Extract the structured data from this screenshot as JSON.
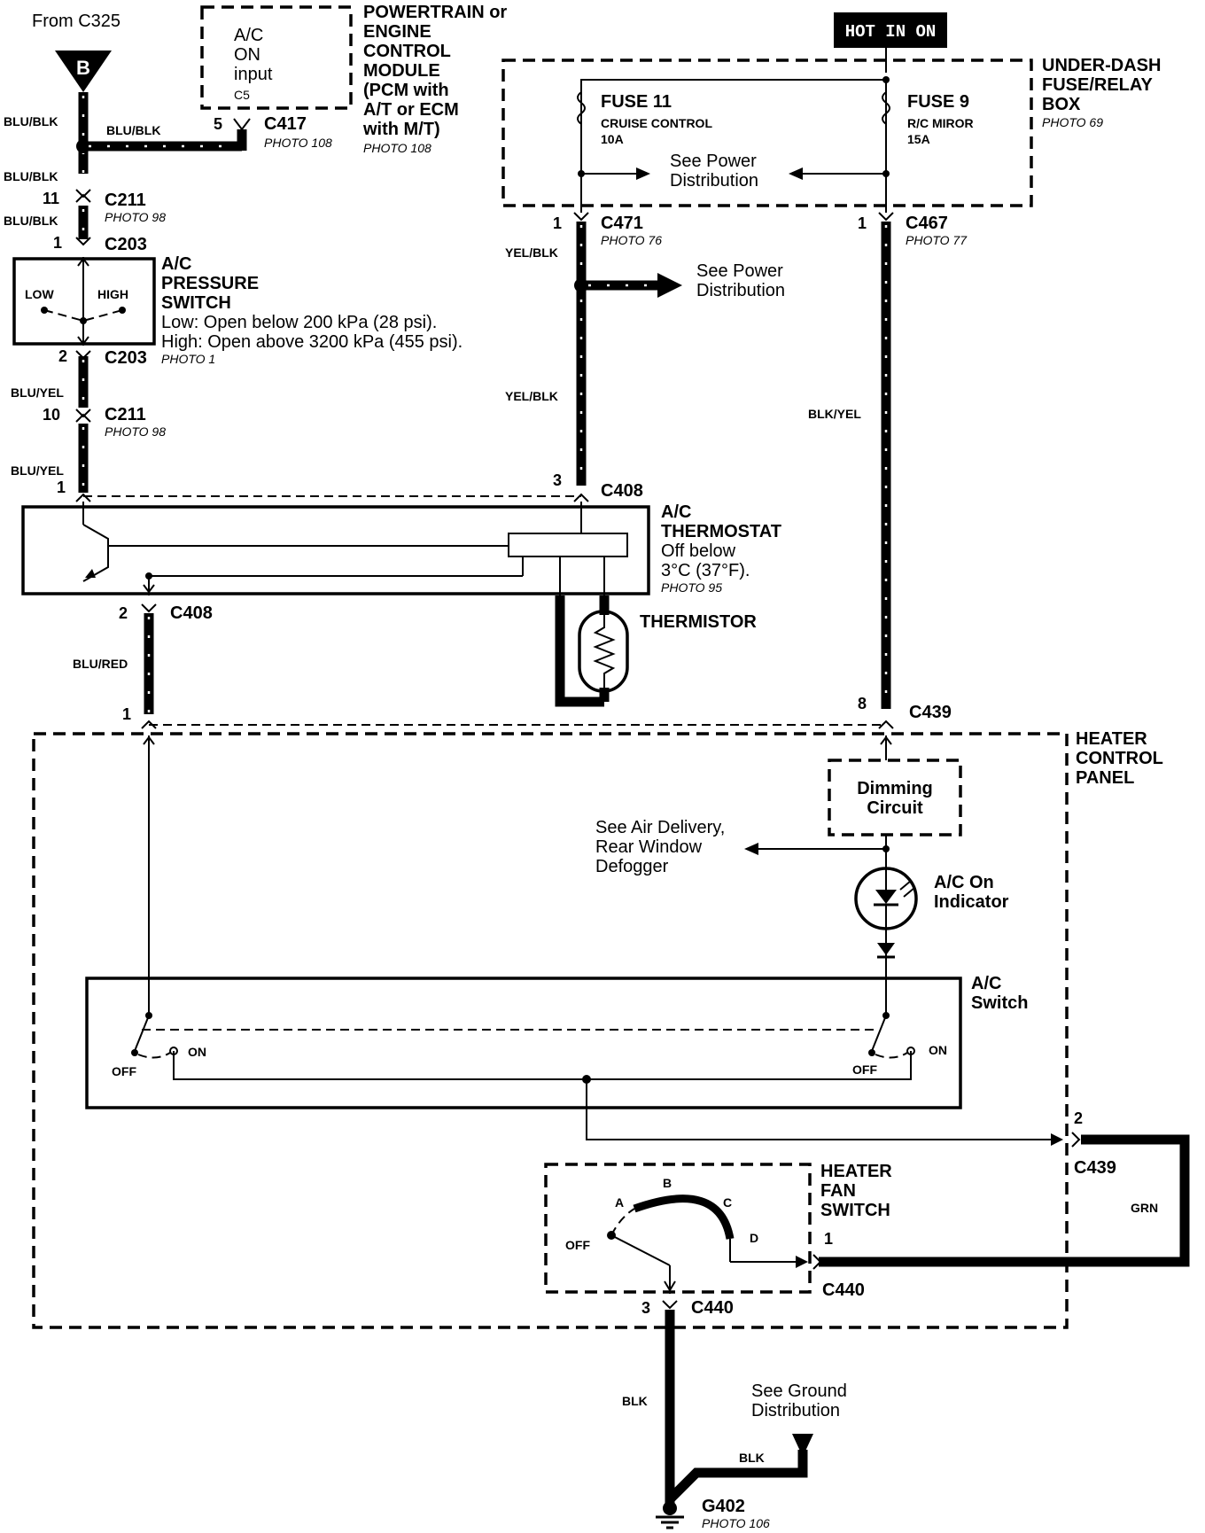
{
  "header": {
    "from_connector": "From C325",
    "connector_letter": "B",
    "hot_in_on": "HOT IN ON"
  },
  "pcm": {
    "input_line1": "A/C",
    "input_line2": "ON",
    "input_line3": "input",
    "pin": "C5",
    "title_lines": [
      "POWERTRAIN or",
      "ENGINE",
      "CONTROL",
      "MODULE",
      "(PCM with",
      "A/T or ECM",
      "with M/T)"
    ],
    "photo": "PHOTO 108"
  },
  "fuse_box": {
    "title_lines": [
      "UNDER-DASH",
      "FUSE/RELAY",
      "BOX"
    ],
    "photo": "PHOTO 69",
    "fuse11_name": "FUSE 11",
    "fuse11_desc": "CRUISE CONTROL",
    "fuse11_amp": "10A",
    "fuse9_name": "FUSE 9",
    "fuse9_desc": "R/C MIROR",
    "fuse9_amp": "15A",
    "see_power_1": "See Power",
    "see_power_2": "Distribution"
  },
  "left_branch": {
    "wire_blu_blk_1": "BLU/BLK",
    "wire_blu_blk_h": "BLU/BLK",
    "wire_blu_blk_2": "BLU/BLK",
    "wire_blu_blk_3": "BLU/BLK",
    "c417_pin": "5",
    "c417": "C417",
    "c417_photo": "PHOTO 108",
    "c211_pin_top": "11",
    "c211_top": "C211",
    "c211_top_photo": "PHOTO 98",
    "c203_pin_top": "1",
    "c203_top": "C203",
    "c203_pin_bot": "2",
    "c203_bot": "C203",
    "c203_photo": "PHOTO 1",
    "wire_blu_yel_1": "BLU/YEL",
    "c211_pin_bot": "10",
    "c211_bot": "C211",
    "c211_bot_photo": "PHOTO 98",
    "wire_blu_yel_2": "BLU/YEL",
    "c408_pin1": "1",
    "c408_pin2": "2",
    "c408_bot": "C408",
    "wire_blu_red": "BLU/RED",
    "c439_pin1": "1"
  },
  "pressure_switch": {
    "low": "LOW",
    "high": "HIGH",
    "title_lines": [
      "A/C",
      "PRESSURE",
      "SWITCH"
    ],
    "desc_low": "Low: Open below 200 kPa (28 psi).",
    "desc_high": "High: Open above 3200 kPa (455 psi)."
  },
  "middle_branch": {
    "c471_pin": "1",
    "c471": "C471",
    "c471_photo": "PHOTO 76",
    "wire_yel_blk_1": "YEL/BLK",
    "wire_yel_blk_2": "YEL/BLK",
    "see_power_1": "See Power",
    "see_power_2": "Distribution",
    "c408_pin3": "3",
    "c408_top": "C408"
  },
  "thermostat": {
    "title_lines": [
      "A/C",
      "THERMOSTAT"
    ],
    "desc_lines": [
      "Off below",
      "3°C (37°F)."
    ],
    "photo": "PHOTO 95",
    "thermistor": "THERMISTOR"
  },
  "right_branch": {
    "c467_pin": "1",
    "c467": "C467",
    "c467_photo": "PHOTO 77",
    "wire_blk_yel": "BLK/YEL",
    "c439_pin8": "8",
    "c439": "C439"
  },
  "heater_panel": {
    "title_lines": [
      "HEATER",
      "CONTROL",
      "PANEL"
    ],
    "dimming_lines": [
      "Dimming",
      "Circuit"
    ],
    "see_air_lines": [
      "See Air Delivery,",
      "Rear Window",
      "Defogger"
    ],
    "indicator_lines": [
      "A/C On",
      "Indicator"
    ],
    "switch_lines": [
      "A/C",
      "Switch"
    ],
    "on_left": "ON",
    "off_left": "OFF",
    "on_right": "ON",
    "off_right": "OFF",
    "c439_pin2": "2",
    "c439_b": "C439",
    "wire_grn": "GRN"
  },
  "fan_switch": {
    "title_lines": [
      "HEATER",
      "FAN",
      "SWITCH"
    ],
    "pos_a": "A",
    "pos_b": "B",
    "pos_c": "C",
    "pos_d": "D",
    "pos_off": "OFF",
    "c440_pin1": "1",
    "c440_r": "C440",
    "c440_pin3": "3",
    "c440_b": "C440"
  },
  "ground": {
    "wire_blk_1": "BLK",
    "wire_blk_2": "BLK",
    "see_ground_1": "See Ground",
    "see_ground_2": "Distribution",
    "g402": "G402",
    "g402_photo": "PHOTO 106"
  }
}
